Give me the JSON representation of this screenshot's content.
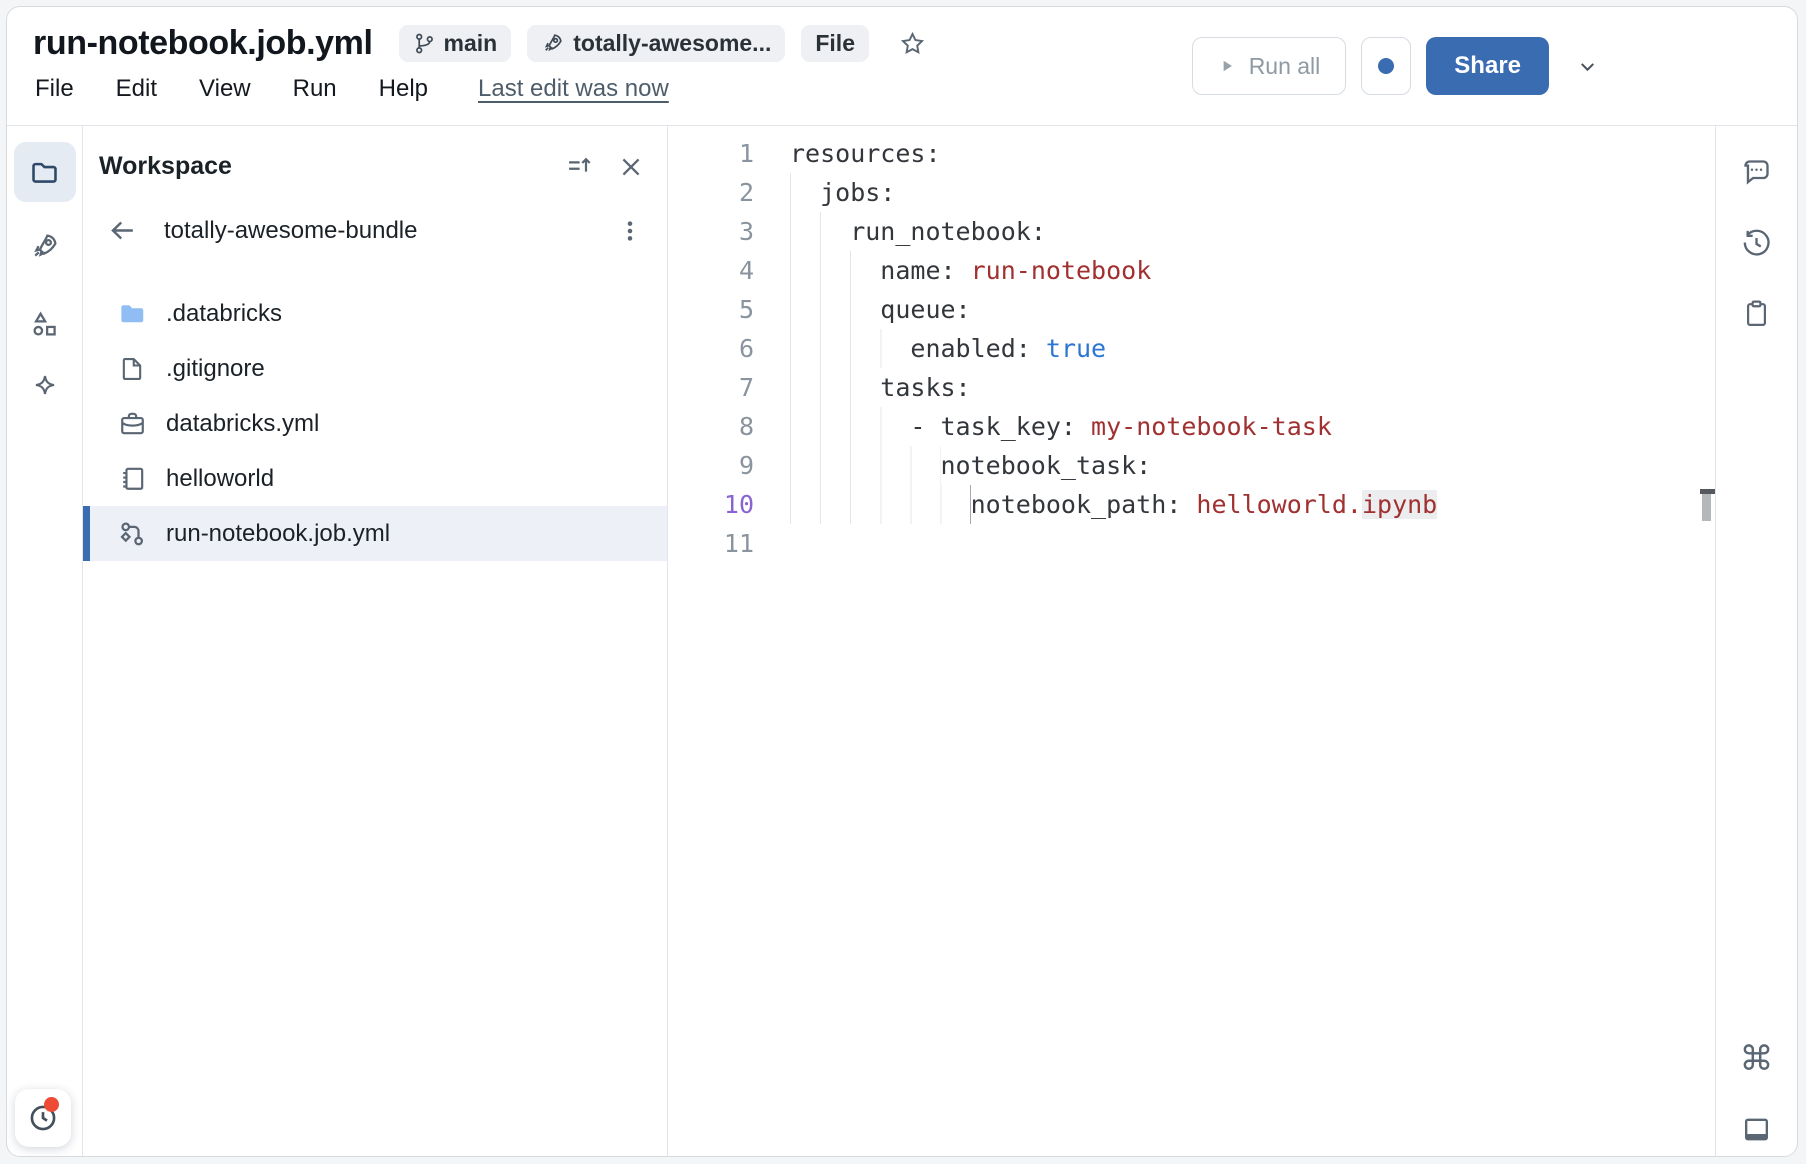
{
  "header": {
    "title": "run-notebook.job.yml",
    "branch_badge": "main",
    "bundle_badge": "totally-awesome...",
    "file_type_badge": "File",
    "menu": [
      "File",
      "Edit",
      "View",
      "Run",
      "Help"
    ],
    "last_edit": "Last edit was now",
    "run_all_label": "Run all",
    "share_label": "Share"
  },
  "sidebar": {
    "panel_title": "Workspace",
    "bundle_name": "totally-awesome-bundle",
    "items": [
      {
        "name": ".databricks",
        "icon": "folder-icon",
        "selected": false
      },
      {
        "name": ".gitignore",
        "icon": "file-icon",
        "selected": false
      },
      {
        "name": "databricks.yml",
        "icon": "bundle-icon",
        "selected": false
      },
      {
        "name": "helloworld",
        "icon": "notebook-icon",
        "selected": false
      },
      {
        "name": "run-notebook.job.yml",
        "icon": "job-icon",
        "selected": true
      }
    ]
  },
  "editor": {
    "language": "yaml",
    "lines": [
      {
        "n": 1,
        "indent": 0,
        "active": false,
        "tokens": [
          [
            "k",
            "resources:"
          ]
        ]
      },
      {
        "n": 2,
        "indent": 2,
        "active": false,
        "tokens": [
          [
            "k",
            "jobs:"
          ]
        ]
      },
      {
        "n": 3,
        "indent": 4,
        "active": false,
        "tokens": [
          [
            "k",
            "run_notebook:"
          ]
        ]
      },
      {
        "n": 4,
        "indent": 6,
        "active": false,
        "tokens": [
          [
            "k",
            "name:"
          ],
          [
            "w",
            " "
          ],
          [
            "s",
            "run-notebook"
          ]
        ]
      },
      {
        "n": 5,
        "indent": 6,
        "active": false,
        "tokens": [
          [
            "k",
            "queue:"
          ]
        ]
      },
      {
        "n": 6,
        "indent": 8,
        "active": false,
        "tokens": [
          [
            "k",
            "enabled:"
          ],
          [
            "w",
            " "
          ],
          [
            "b",
            "true"
          ]
        ]
      },
      {
        "n": 7,
        "indent": 6,
        "active": false,
        "tokens": [
          [
            "k",
            "tasks:"
          ]
        ]
      },
      {
        "n": 8,
        "indent": 8,
        "active": false,
        "tokens": [
          [
            "k",
            "- task_key:"
          ],
          [
            "w",
            " "
          ],
          [
            "s",
            "my-notebook-task"
          ]
        ]
      },
      {
        "n": 9,
        "indent": 10,
        "active": false,
        "tokens": [
          [
            "k",
            "notebook_task:"
          ]
        ]
      },
      {
        "n": 10,
        "indent": 12,
        "active": true,
        "tokens": [
          [
            "k",
            "notebook_path:"
          ],
          [
            "w",
            " "
          ],
          [
            "s",
            "helloworld."
          ],
          [
            "sh",
            "ipynb"
          ]
        ]
      },
      {
        "n": 11,
        "indent": 0,
        "active": false,
        "tokens": []
      }
    ]
  },
  "colors": {
    "accent_blue": "#3a6cb1",
    "badge_bg": "#eef0f3",
    "selected_row_bg": "#edf1f7",
    "notification_red": "#ee4b36",
    "code_key": "#33373c",
    "code_string": "#a13030",
    "code_bool": "#2a76d2",
    "line_number": "#8a949e",
    "line_number_active": "#8a63d2",
    "highlight_bg": "#ebedee"
  }
}
